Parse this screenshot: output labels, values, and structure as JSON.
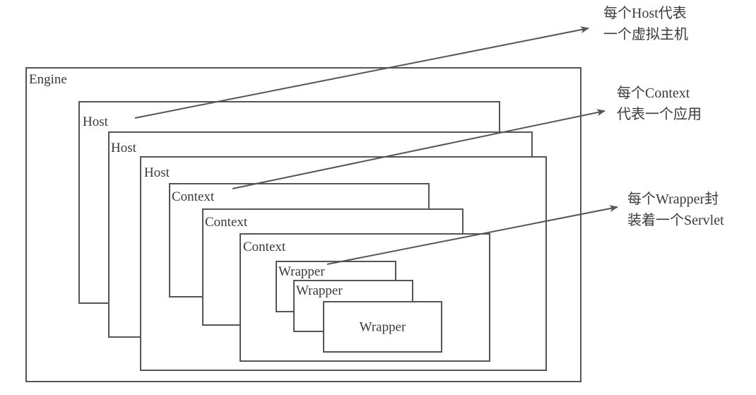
{
  "diagram": {
    "title": "Tomcat container hierarchy",
    "engine": {
      "label": "Engine"
    },
    "hosts": [
      {
        "label": "Host"
      },
      {
        "label": "Host"
      },
      {
        "label": "Host"
      }
    ],
    "contexts": [
      {
        "label": "Context"
      },
      {
        "label": "Context"
      },
      {
        "label": "Context"
      }
    ],
    "wrappers": [
      {
        "label": "Wrapper"
      },
      {
        "label": "Wrapper"
      },
      {
        "label": "Wrapper"
      }
    ],
    "annotations": [
      {
        "target": "host",
        "lines": [
          "每个Host代表",
          "一个虚拟主机"
        ]
      },
      {
        "target": "context",
        "lines": [
          "每个Context",
          "代表一个应用"
        ]
      },
      {
        "target": "wrapper",
        "lines": [
          "每个Wrapper封",
          "装着一个Servlet"
        ]
      }
    ],
    "colors": {
      "line": "#555555",
      "text": "#3a3a3a",
      "background": "#ffffff"
    }
  }
}
